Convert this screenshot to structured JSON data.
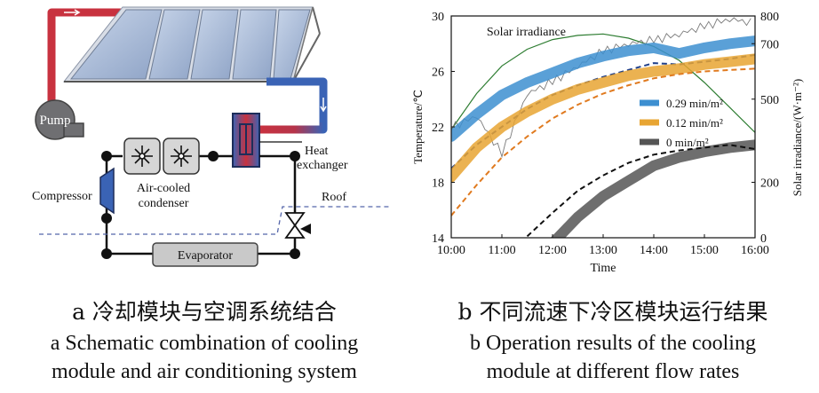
{
  "panel_a": {
    "labels": {
      "pump": "Pump",
      "heat_exchanger_line1": "Heat",
      "heat_exchanger_line2": "exchanger",
      "compressor": "Compressor",
      "condenser_line1": "Air-cooled",
      "condenser_line2": "condenser",
      "roof": "Roof",
      "evaporator": "Evaporator"
    },
    "caption_zh": "a 冷却模块与空调系统结合",
    "caption_en_line1": "a Schematic combination of cooling",
    "caption_en_line2": "module and air conditioning system",
    "colors": {
      "hot_pipe": "#c8323f",
      "cold_pipe": "#3a63b5",
      "refrigerant": "#111111",
      "panel": "#9fb2cf"
    }
  },
  "panel_b": {
    "caption_zh": "b 不同流速下冷区模块运行结果",
    "caption_en_line1": "b Operation results of the cooling",
    "caption_en_line2": "module at different flow rates",
    "chart_data": {
      "type": "line",
      "xlabel": "Time",
      "ylabel": "Temperature/℃",
      "y2label": "Solar irradiance/(W·m⁻²)",
      "x_ticks": [
        "10:00",
        "11:00",
        "12:00",
        "13:00",
        "14:00",
        "15:00",
        "16:00"
      ],
      "y_ticks": [
        "14",
        "18",
        "22",
        "26",
        "30"
      ],
      "y2_ticks": [
        "0",
        "200",
        "500",
        "700",
        "800"
      ],
      "ylim": [
        14,
        30
      ],
      "y2lim": [
        0,
        800
      ],
      "annotation": "Solar irradiance",
      "legend_placement": "center-right",
      "x": [
        10,
        10.5,
        11,
        11.5,
        12,
        12.5,
        13,
        13.5,
        14,
        14.5,
        15,
        15.5,
        16
      ],
      "series": [
        {
          "name": "0.29 min/m²",
          "color": "#3d8fd0",
          "band": [
            21.3,
            22.9,
            24.3,
            25.2,
            25.9,
            26.6,
            27.1,
            27.5,
            27.7,
            27.3,
            27.7,
            28.0,
            28.2
          ],
          "dashed": [
            19.0,
            20.7,
            22.0,
            23.3,
            24.3,
            25.0,
            25.6,
            26.1,
            26.6,
            26.5,
            26.7,
            26.9,
            27.2
          ]
        },
        {
          "name": "0.12 min/m²",
          "color": "#e8a533",
          "band": [
            18.4,
            20.5,
            22.0,
            23.1,
            24.0,
            24.7,
            25.2,
            25.7,
            26.0,
            26.2,
            26.5,
            26.7,
            26.9
          ],
          "dashed": [
            15.6,
            17.8,
            19.8,
            21.3,
            22.6,
            23.6,
            24.4,
            25.0,
            25.5,
            25.8,
            26.0,
            26.1,
            26.2
          ]
        },
        {
          "name": "0 min/m²",
          "color": "#555555",
          "band": [
            null,
            null,
            null,
            null,
            13.6,
            15.5,
            17.0,
            18.1,
            19.2,
            19.8,
            20.2,
            20.5,
            20.7
          ],
          "dashed": [
            null,
            null,
            null,
            14.1,
            15.8,
            17.4,
            18.5,
            19.4,
            20.0,
            20.3,
            20.5,
            20.7,
            20.4
          ]
        }
      ],
      "irradiance": {
        "smooth": [
          390,
          520,
          620,
          680,
          715,
          730,
          735,
          720,
          690,
          640,
          560,
          470,
          380
        ],
        "measured": [
          395,
          440,
          300,
          520,
          560,
          620,
          670,
          700,
          710,
          735,
          760,
          790,
          770
        ]
      }
    }
  }
}
